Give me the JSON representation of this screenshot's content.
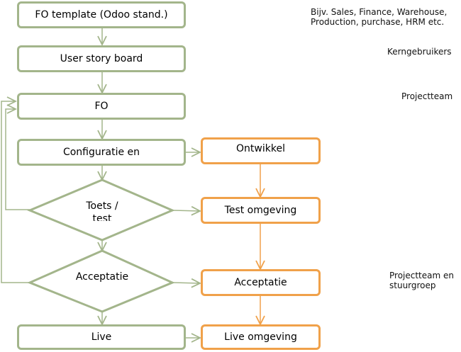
{
  "diagram": {
    "title": "Odoo implementation flow",
    "colors": {
      "main_flow": "#a3b58b",
      "dev_flow": "#f0a14a"
    },
    "main_flow": [
      {
        "id": "fo-template",
        "label": "FO template (Odoo stand.)",
        "shape": "rounded-rect"
      },
      {
        "id": "user-story-board",
        "label": "User story board",
        "shape": "rounded-rect"
      },
      {
        "id": "fo",
        "label": "FO",
        "shape": "rounded-rect"
      },
      {
        "id": "configuratie",
        "label": "Configuratie en",
        "shape": "rounded-rect"
      },
      {
        "id": "toets-test",
        "label_line1": "Toets /",
        "label_line2": "test",
        "shape": "diamond"
      },
      {
        "id": "acceptatie-decision",
        "label": "Acceptatie",
        "shape": "diamond"
      },
      {
        "id": "live",
        "label": "Live",
        "shape": "rounded-rect"
      }
    ],
    "dev_flow": [
      {
        "id": "ontwikkel",
        "label": "Ontwikkel"
      },
      {
        "id": "test-omgeving",
        "label": "Test omgeving"
      },
      {
        "id": "acceptatie-omgeving",
        "label": "Acceptatie"
      },
      {
        "id": "live-omgeving",
        "label": "Live omgeving"
      }
    ],
    "notes": {
      "fo_template_line1": "Bijv. Sales, Finance, Warehouse,",
      "fo_template_line2": "Production, purchase, HRM etc.",
      "user_story": "Kerngebruikers",
      "fo": "Projectteam",
      "acceptatie_line1": "Projectteam en",
      "acceptatie_line2": "stuurgroep"
    }
  }
}
